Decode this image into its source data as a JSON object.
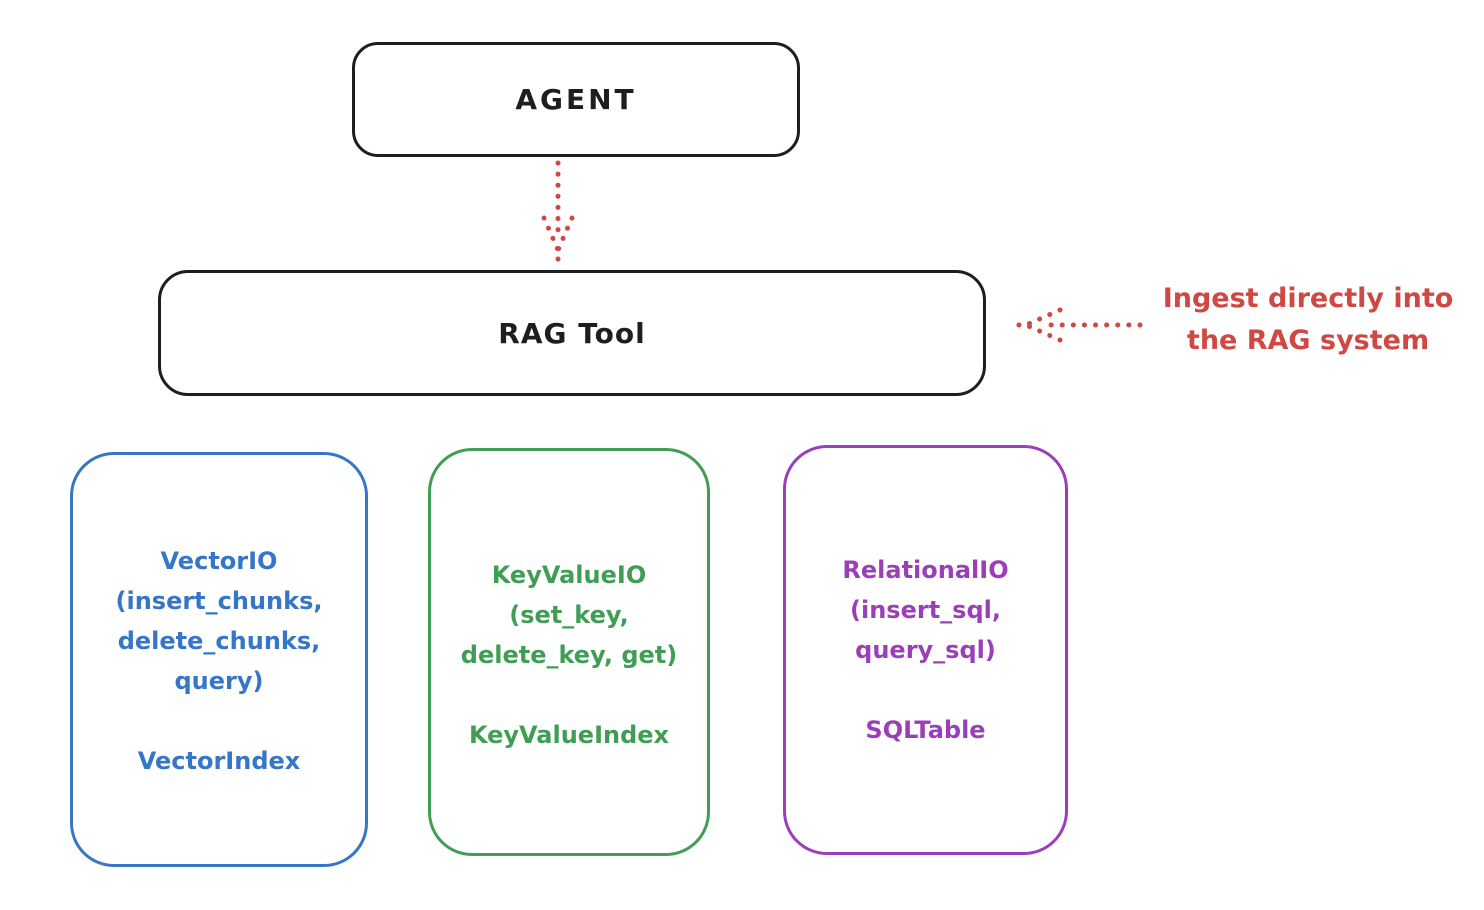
{
  "diagram": {
    "agent": {
      "label": "AGENT"
    },
    "rag_tool": {
      "label": "RAG Tool"
    },
    "annotation": {
      "line1": "Ingest directly into",
      "line2": "the RAG system"
    },
    "stores": [
      {
        "name": "vector-io",
        "lines": [
          "VectorIO",
          "(insert_chunks,",
          "delete_chunks,",
          "query)"
        ],
        "footer": "VectorIndex",
        "color": "#3676c6"
      },
      {
        "name": "keyvalue-io",
        "lines": [
          "KeyValueIO",
          "(set_key,",
          "delete_key, get)"
        ],
        "footer": "KeyValueIndex",
        "color": "#3f9e54"
      },
      {
        "name": "relational-io",
        "lines": [
          "RelationalIO",
          "(insert_sql,",
          "query_sql)"
        ],
        "footer": "SQLTable",
        "color": "#9b3fb8"
      }
    ],
    "colors": {
      "ink": "#1e1e1e",
      "accent_red": "#d04843",
      "background": "#ffffff"
    }
  }
}
